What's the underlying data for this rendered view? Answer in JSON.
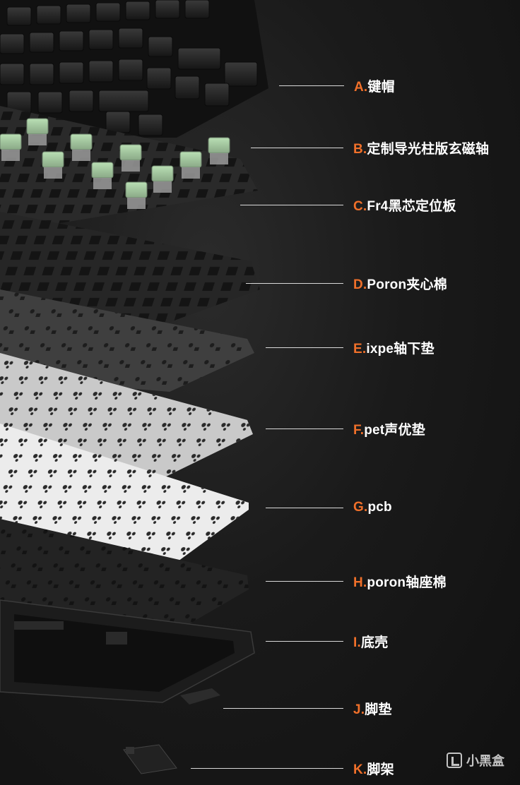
{
  "colors": {
    "accent": "#f0702a",
    "label": "#ffffff",
    "line": "#d9d9d9",
    "background": "#1a1a1a"
  },
  "callouts": [
    {
      "letter": "A.",
      "text": "键帽"
    },
    {
      "letter": "B.",
      "text": "定制导光柱版玄磁轴"
    },
    {
      "letter": "C.",
      "text": "Fr4黑芯定位板"
    },
    {
      "letter": "D.",
      "text": "Poron夹心棉"
    },
    {
      "letter": "E.",
      "text": "ixpe轴下垫"
    },
    {
      "letter": "F.",
      "text": "pet声优垫"
    },
    {
      "letter": "G.",
      "text": "pcb"
    },
    {
      "letter": "H.",
      "text": "poron轴座棉"
    },
    {
      "letter": "I.",
      "text": "底壳"
    },
    {
      "letter": "J.",
      "text": "脚垫"
    },
    {
      "letter": "K.",
      "text": "脚架"
    }
  ],
  "watermark": {
    "text": "小黑盒",
    "icon": "heybox-logo-icon"
  }
}
